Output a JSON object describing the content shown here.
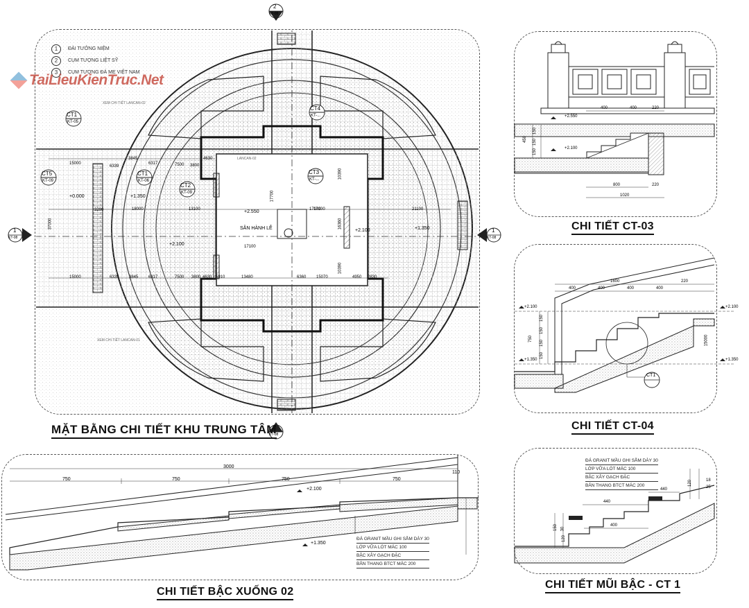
{
  "watermark": "TaiLieuKienTruc.Net",
  "legend": [
    {
      "num": "1",
      "label": "ĐÀI TƯỞNG NIỆM"
    },
    {
      "num": "2",
      "label": "CỤM TƯỢNG LIỆT SỸ"
    },
    {
      "num": "3",
      "label": "CỤM TƯỢNG ĐÁ MẸ VIỆT NAM"
    }
  ],
  "titles": {
    "plan": "MẶT BẰNG CHI TIẾT KHU TRUNG TÂM",
    "ct03": "CHI TIẾT CT-03",
    "ct04": "CHI TIẾT CT-04",
    "steps02": "CHI TIẾT BẬC XUỐNG 02",
    "ct1": "CHI TIẾT MŨI BẬC - CT 1"
  },
  "plan": {
    "center_label": "SÂN HÀNH LỄ",
    "section_marks": [
      {
        "num": "2",
        "sheet": "KT-08"
      },
      {
        "num": "1",
        "sheet": "KT-08"
      }
    ],
    "callouts": [
      {
        "id": "CT1",
        "sheet": "KT-05"
      },
      {
        "id": "CT5",
        "sheet": "KT-09"
      },
      {
        "id": "CT1",
        "sheet": "KT-06"
      },
      {
        "id": "CT2",
        "sheet": "KT-09"
      },
      {
        "id": "CT3",
        "sheet": "KT-..."
      },
      {
        "id": "CT4",
        "sheet": "KT-..."
      }
    ],
    "levels": [
      "+0.000",
      "+1.350",
      "+2.100",
      "+2.550",
      "+2.100",
      "+1.350"
    ],
    "dims_top": [
      "15000",
      "6339",
      "3845",
      "6317",
      "7500",
      "3800",
      "4630"
    ],
    "dims_mid": [
      "3200",
      "18000",
      "13100",
      "17100",
      "21100"
    ],
    "dims_bottom": [
      "15000",
      "6339",
      "3845",
      "6317",
      "7500",
      "3800",
      "4630",
      "5910",
      "13480",
      "6360",
      "15070",
      "4950",
      "2830"
    ],
    "dims_inner": [
      "17100",
      "17100",
      "10390",
      "10390",
      "16360",
      "17700",
      "37000"
    ],
    "notes": [
      "LANCAN-02",
      "XEM CHI TIẾT LANCAN-01",
      "XEM CHI TIẾT LANCAN-02"
    ]
  },
  "ct03": {
    "levels": [
      "+2.550",
      "+2.100"
    ],
    "dims": [
      "400",
      "400",
      "220",
      "800",
      "220",
      "1020",
      "450",
      "150",
      "150",
      "150"
    ]
  },
  "ct04": {
    "levels": [
      "+2.100",
      "+2.100",
      "+1.350",
      "+1.350"
    ],
    "dims": [
      "1600",
      "400",
      "400",
      "400",
      "400",
      "220",
      "150",
      "150",
      "150",
      "150",
      "750",
      "15000"
    ],
    "callout": "CT1"
  },
  "steps02": {
    "levels": [
      "+2.100",
      "+1.350"
    ],
    "dims": [
      "3000",
      "750",
      "750",
      "750",
      "750",
      "110"
    ],
    "notes": [
      "ĐÁ GRANIT MẦU GHI SẪM DÀY 30",
      "LỚP VỮA LÓT MÁC 100",
      "BẬC XÂY GẠCH ĐẶC",
      "BẢN THANG BTCT MÁC 200"
    ]
  },
  "ct1": {
    "notes": [
      "ĐÁ GRANIT MẦU GHI SẪM DÀY 30",
      "LỚP VỮA LÓT MÁC 100",
      "BẬC XÂY GẠCH ĐẶC",
      "BẢN THANG BTCT MÁC 200"
    ],
    "dims": [
      "440",
      "440",
      "400",
      "150",
      "120",
      "30",
      "120",
      "18",
      "25"
    ]
  }
}
